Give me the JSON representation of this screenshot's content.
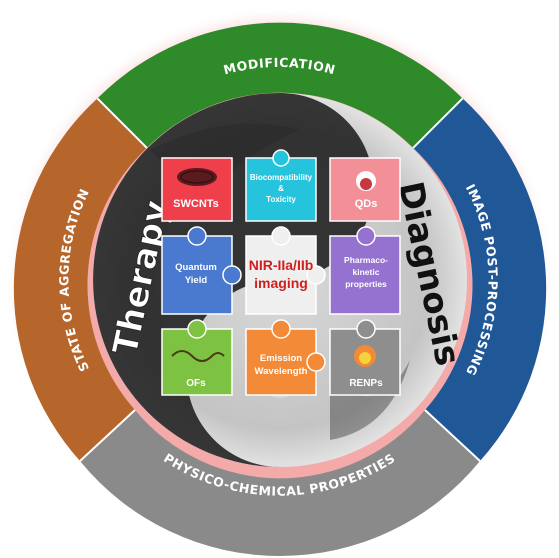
{
  "ring": {
    "top": "MODIFICATION",
    "right": "IMAGE POST-PROCESSING",
    "bottom": "PHYSICO-CHEMICAL PROPERTIES",
    "left": "STATE OF AGGREGATION"
  },
  "words": {
    "left": "Therapy",
    "right": "Diagnosis"
  },
  "pieces": {
    "swcnts": "SWCNTs",
    "biocompat_line1": "Biocompatibility",
    "biocompat_line2": "&",
    "biocompat_line3": "Toxicity",
    "qds": "QDs",
    "quantum_line1": "Quantum",
    "quantum_line2": "Yield",
    "center_line1": "NIR-IIa/IIb",
    "center_line2": "imaging",
    "pharma_line1": "Pharmaco-",
    "pharma_line2": "kinetic",
    "pharma_line3": "properties",
    "ofs": "OFs",
    "emission_line1": "Emission",
    "emission_line2": "Wavelength",
    "renps": "RENPs"
  },
  "colors": {
    "top": "#2f8a2a",
    "right": "#1f5797",
    "bottom": "#8a8a8a",
    "left": "#b6662a",
    "red_piece": "#ee3f4a",
    "cyan_piece": "#25c3dc",
    "pink_piece": "#f28f97",
    "blue_piece": "#4a7ad0",
    "purple_piece": "#9572d0",
    "green_piece": "#7dc242",
    "orange_piece": "#f28a38",
    "gray_piece": "#8e8e8e"
  }
}
